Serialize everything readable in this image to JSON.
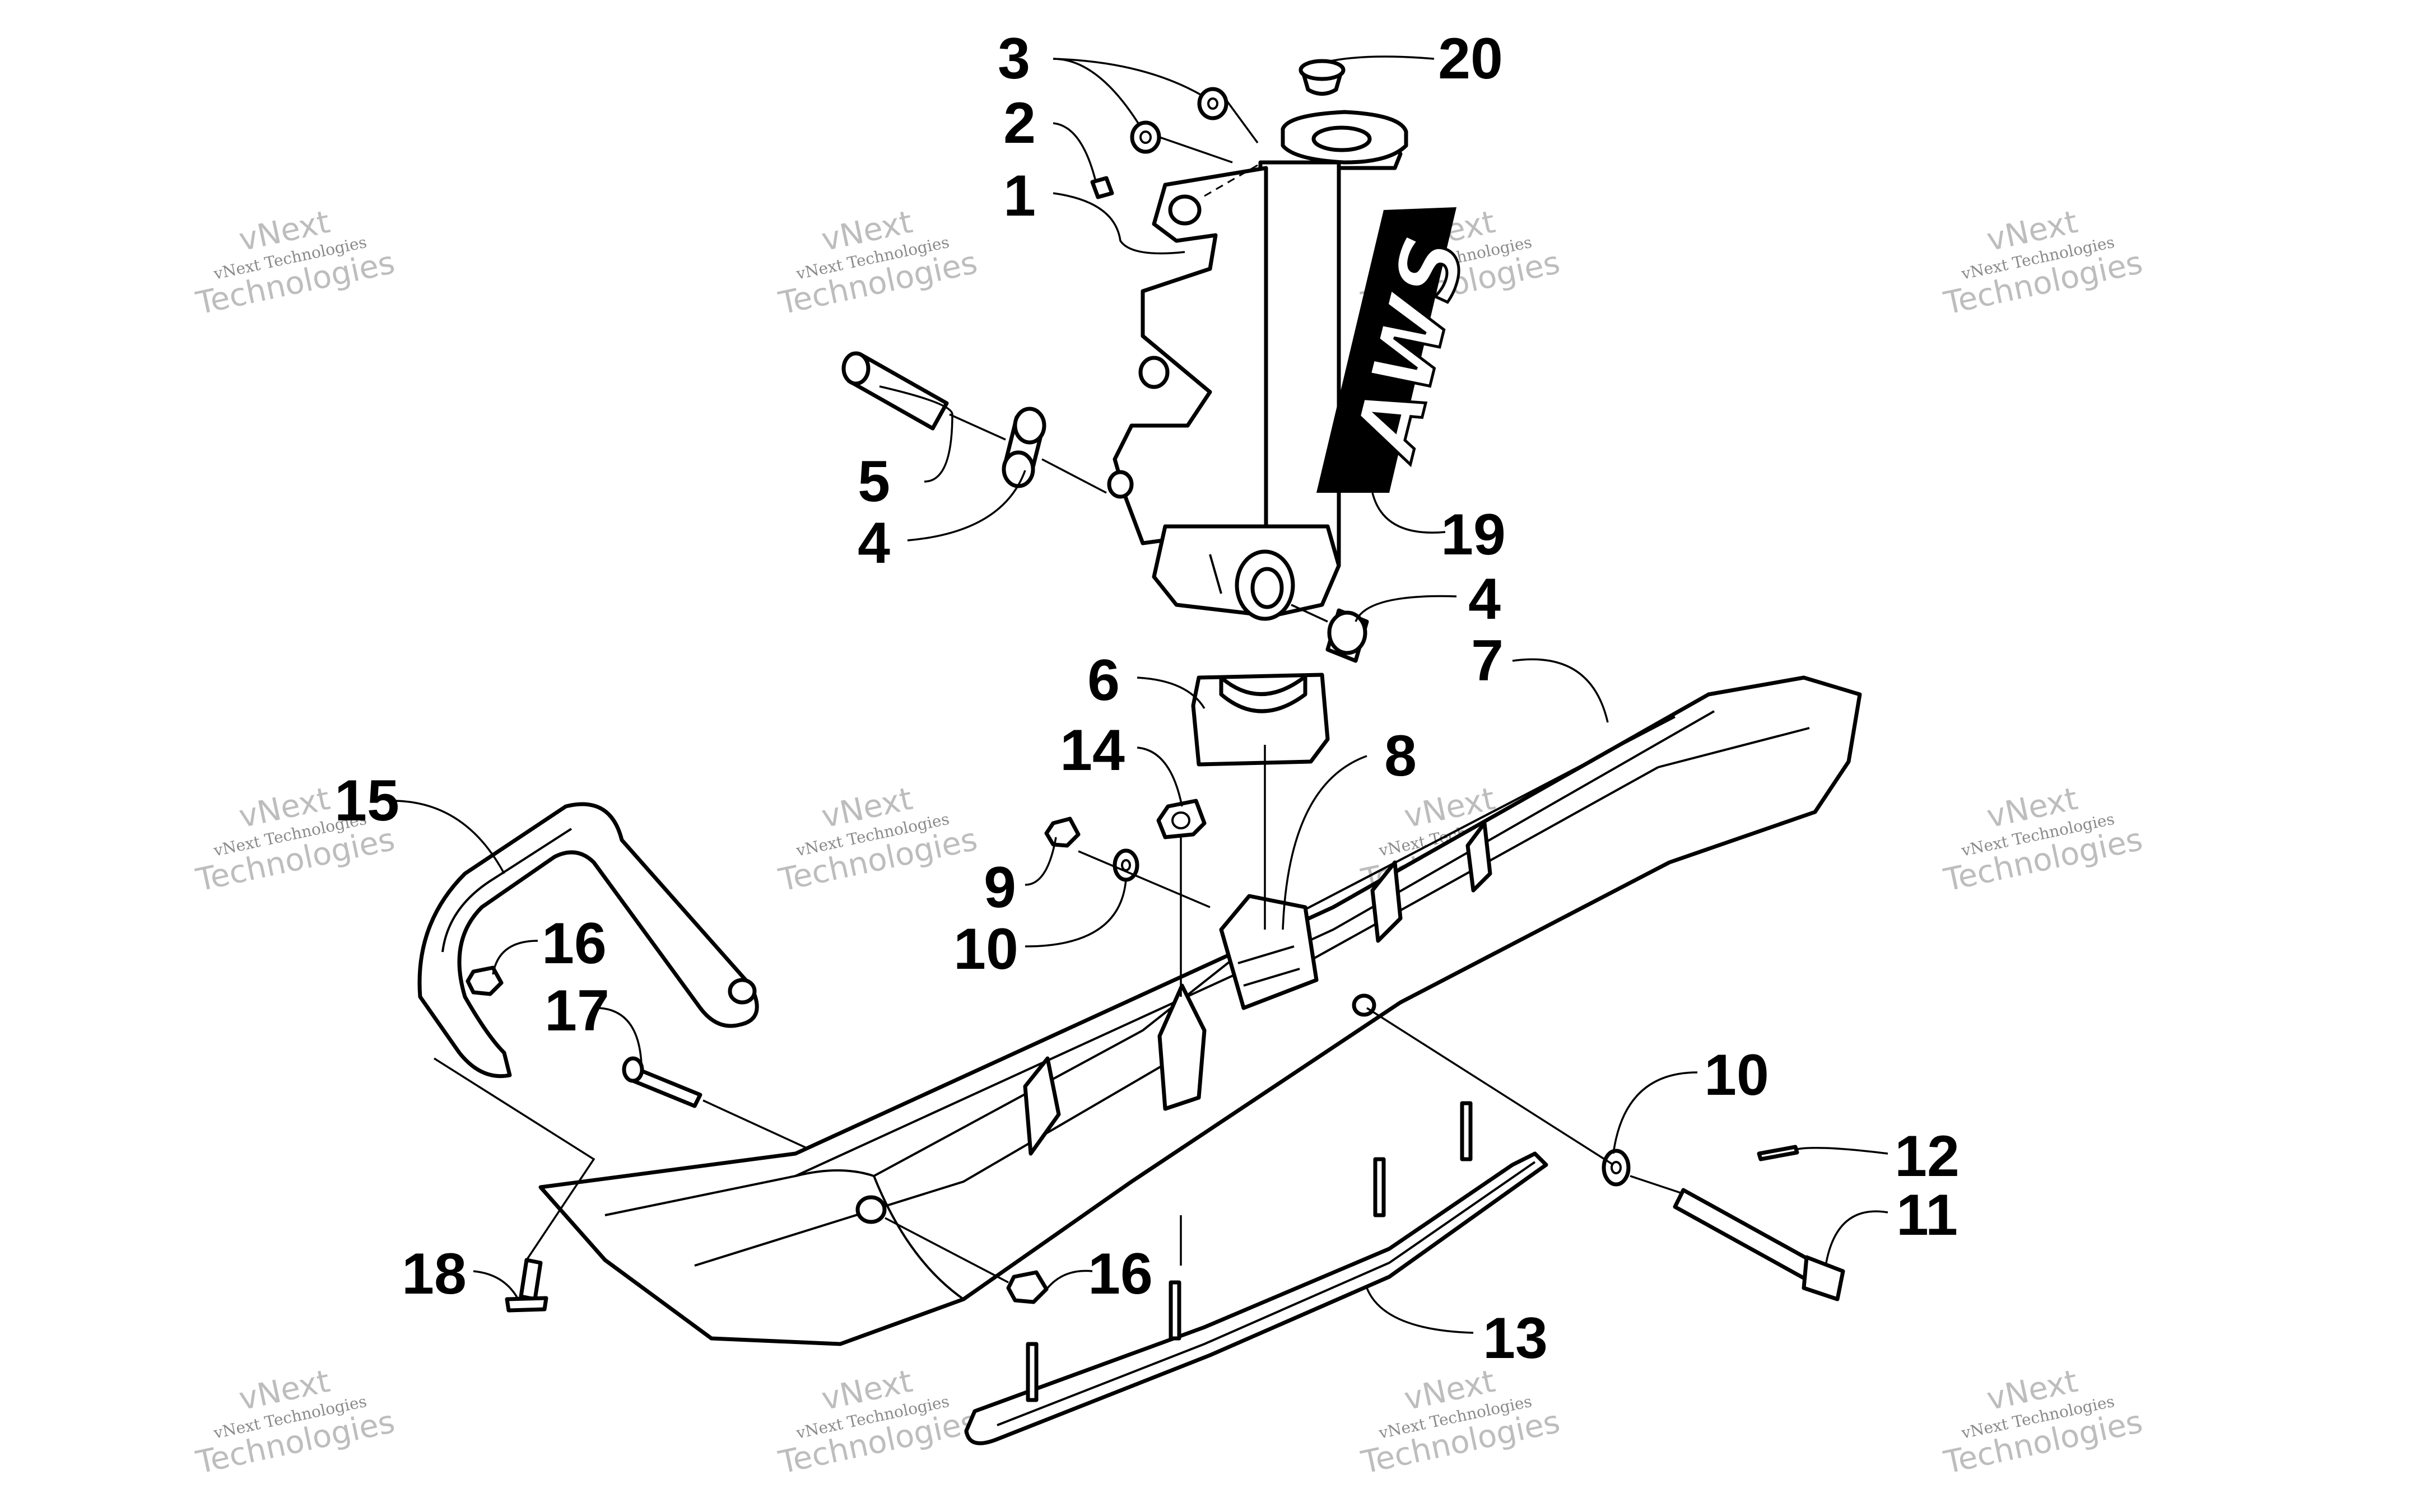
{
  "diagram": {
    "callouts": [
      {
        "id": "c3",
        "text": "3"
      },
      {
        "id": "c20",
        "text": "20"
      },
      {
        "id": "c2",
        "text": "2"
      },
      {
        "id": "c1",
        "text": "1"
      },
      {
        "id": "c5",
        "text": "5"
      },
      {
        "id": "c4a",
        "text": "4"
      },
      {
        "id": "c19",
        "text": "19"
      },
      {
        "id": "c4b",
        "text": "4"
      },
      {
        "id": "c7",
        "text": "7"
      },
      {
        "id": "c6",
        "text": "6"
      },
      {
        "id": "c14",
        "text": "14"
      },
      {
        "id": "c8",
        "text": "8"
      },
      {
        "id": "c15",
        "text": "15"
      },
      {
        "id": "c9",
        "text": "9"
      },
      {
        "id": "c16a",
        "text": "16"
      },
      {
        "id": "c10a",
        "text": "10"
      },
      {
        "id": "c17",
        "text": "17"
      },
      {
        "id": "c10b",
        "text": "10"
      },
      {
        "id": "c12",
        "text": "12"
      },
      {
        "id": "c11",
        "text": "11"
      },
      {
        "id": "c18",
        "text": "18"
      },
      {
        "id": "c16b",
        "text": "16"
      },
      {
        "id": "c13",
        "text": "13"
      }
    ],
    "decal_text": "AWS"
  },
  "watermark": {
    "brand": "vNext",
    "tagline": "vNext Technologies",
    "company": "Technologies"
  }
}
